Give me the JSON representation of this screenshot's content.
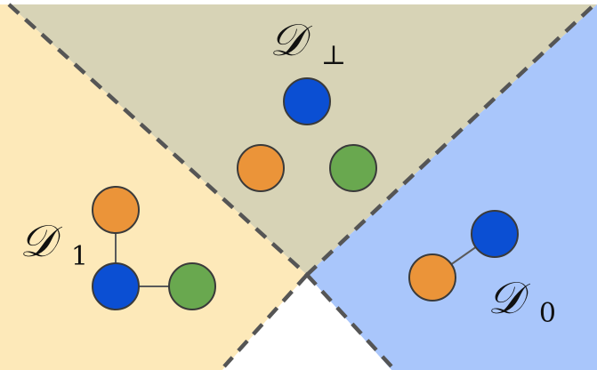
{
  "colors": {
    "region_top": "#d7d3b6",
    "region_left": "#fde9b9",
    "region_right": "#a9c6fb",
    "region_bottom": "#ffffff",
    "node_blue": "#0b4fd3",
    "node_orange": "#eb9439",
    "node_green": "#69a84f",
    "boundary": "#555555"
  },
  "regions": {
    "top": {
      "symbol": "𝒟",
      "subscript": "⊥"
    },
    "left": {
      "symbol": "𝒟",
      "subscript": "1"
    },
    "right": {
      "symbol": "𝒟",
      "subscript": "0"
    }
  },
  "graphs": {
    "top": {
      "nodes": [
        "blue",
        "orange",
        "green"
      ],
      "edges": []
    },
    "left": {
      "nodes": [
        "orange",
        "blue",
        "green"
      ],
      "edges": [
        [
          "orange",
          "blue"
        ],
        [
          "blue",
          "green"
        ]
      ]
    },
    "right": {
      "nodes": [
        "blue",
        "orange"
      ],
      "edges": [
        [
          "blue",
          "orange"
        ]
      ]
    }
  }
}
